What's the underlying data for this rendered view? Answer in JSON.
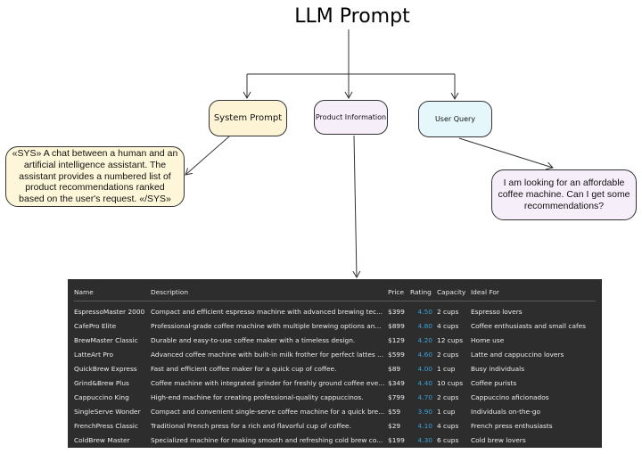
{
  "title": "LLM Prompt",
  "nodes": {
    "system_prompt": "System Prompt",
    "product_information": "Product Information",
    "user_query": "User Query"
  },
  "notes": {
    "system_text": "«SYS» A chat between a human and an artificial intelligence assistant. The assistant provides a numbered list of product recommendations ranked based on the user's request. «/SYS»",
    "user_query_text": "I am looking for an affordable coffee machine. Can I get some recommendations?"
  },
  "colors": {
    "system_fill": "#fdf4d6",
    "product_fill": "#f6eef9",
    "query_fill": "#e6f7fb",
    "table_bg": "#2d2d2d",
    "rating_accent": "#3c9fd6"
  },
  "table": {
    "headers": [
      "Name",
      "Description",
      "Price",
      "Rating",
      "Capacity",
      "Ideal For"
    ],
    "rows": [
      [
        "EspressoMaster 2000",
        "Compact and efficient espresso machine with advanced brewing tec...",
        "$399",
        "4.50",
        "2 cups",
        "Espresso lovers"
      ],
      [
        "CafePro Elite",
        "Professional-grade coffee machine with multiple brewing options an...",
        "$899",
        "4.80",
        "4 cups",
        "Coffee enthusiasts and small cafes"
      ],
      [
        "BrewMaster Classic",
        "Durable and easy-to-use coffee maker with a timeless design.",
        "$129",
        "4.20",
        "12 cups",
        "Home use"
      ],
      [
        "LatteArt Pro",
        "Advanced coffee machine with built-in milk frother for perfect lattes ...",
        "$599",
        "4.60",
        "2 cups",
        "Latte and cappuccino lovers"
      ],
      [
        "QuickBrew Express",
        "Fast and efficient coffee maker for a quick cup of coffee.",
        "$89",
        "4.00",
        "1 cup",
        "Busy individuals"
      ],
      [
        "Grind&Brew Plus",
        "Coffee machine with integrated grinder for freshly ground coffee eve...",
        "$349",
        "4.40",
        "10 cups",
        "Coffee purists"
      ],
      [
        "Cappuccino King",
        "High-end machine for creating professional-quality cappuccinos.",
        "$799",
        "4.70",
        "2 cups",
        "Cappuccino aficionados"
      ],
      [
        "SingleServe Wonder",
        "Compact and convenient single-serve coffee machine for a quick bre...",
        "$59",
        "3.90",
        "1 cup",
        "Individuals on-the-go"
      ],
      [
        "FrenchPress Classic",
        "Traditional French press for a rich and flavorful cup of coffee.",
        "$29",
        "4.10",
        "4 cups",
        "French press enthusiasts"
      ],
      [
        "ColdBrew Master",
        "Specialized machine for making smooth and refreshing cold brew co...",
        "$199",
        "4.30",
        "6 cups",
        "Cold brew lovers"
      ]
    ]
  }
}
